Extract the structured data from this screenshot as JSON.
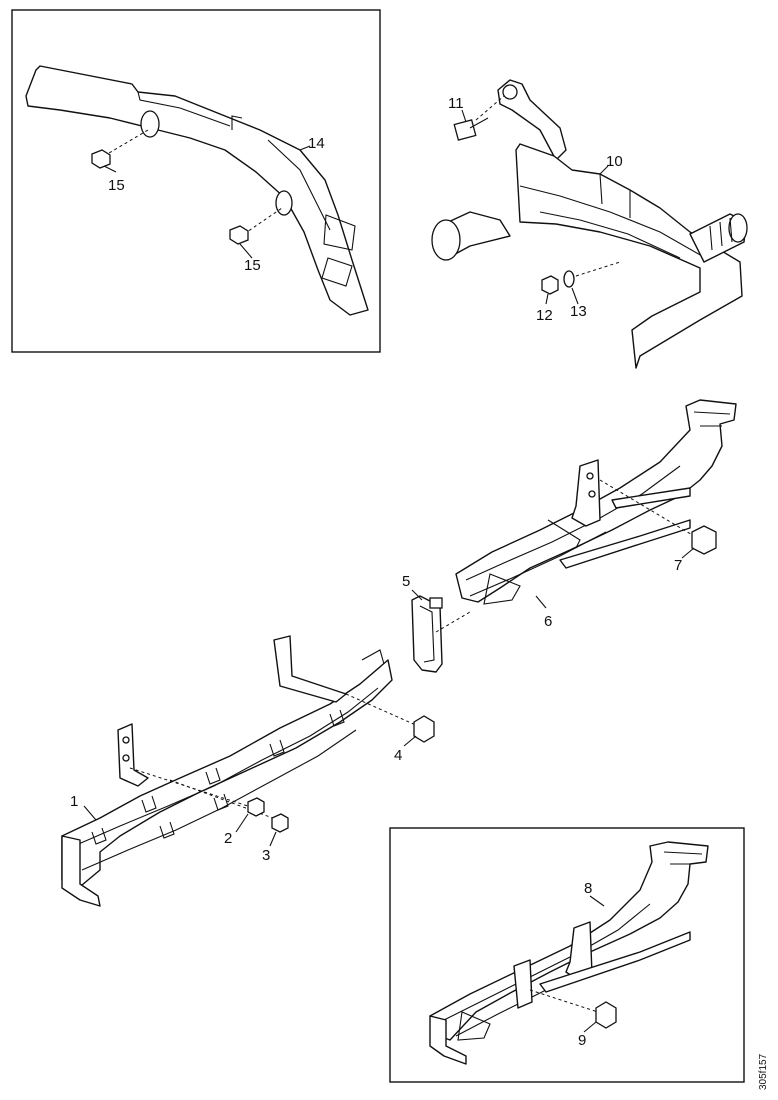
{
  "callouts": [
    "1",
    "2",
    "3",
    "4",
    "5",
    "6",
    "7",
    "8",
    "9",
    "10",
    "11",
    "12",
    "13",
    "14",
    "15"
  ],
  "reference_code": "305f157"
}
